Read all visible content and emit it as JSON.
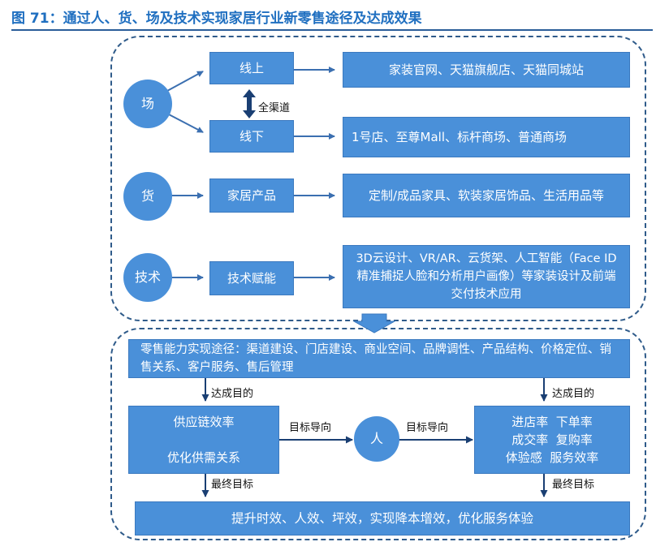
{
  "title": "图 71：通过人、货、场及技术实现家居行业新零售途径及达成效果",
  "top": {
    "chang": "场",
    "online": "线上",
    "offline": "线下",
    "channel": "全渠道",
    "online_desc": "家装官网、天猫旗舰店、天猫同城站",
    "offline_desc": "1号店、至尊Mall、标杆商场、普通商场",
    "huo": "货",
    "product": "家居产品",
    "product_desc": "定制/成品家具、软装家居饰品、生活用品等",
    "tech": "技术",
    "tech_enable": "技术赋能",
    "tech_desc": "3D云设计、VR/AR、云货架、人工智能（Face ID精准捕捉人脸和分析用户画像）等家装设计及前端交付技术应用"
  },
  "bottom": {
    "path": "零售能力实现途径：渠道建设、门店建设、商业空间、品牌调性、产品结构、价格定位、销售关系、客户服务、售后管理",
    "goal_left": "达成目的",
    "goal_right": "达成目的",
    "supply_top": "供应链效率",
    "supply_bottom": "优化供需关系",
    "target_left": "目标导向",
    "target_right": "目标导向",
    "person": "人",
    "right_line1": "进店率  下单率",
    "right_line2": "成交率  复购率",
    "right_line3": "体验感  服务效率",
    "final_left": "最终目标",
    "final_right": "最终目标",
    "result": "提升时效、人效、坪效，实现降本增效，优化服务体验"
  },
  "colors": {
    "box": "#4a90d9",
    "title": "#1f6fc0",
    "dash": "#2f5b8a"
  }
}
